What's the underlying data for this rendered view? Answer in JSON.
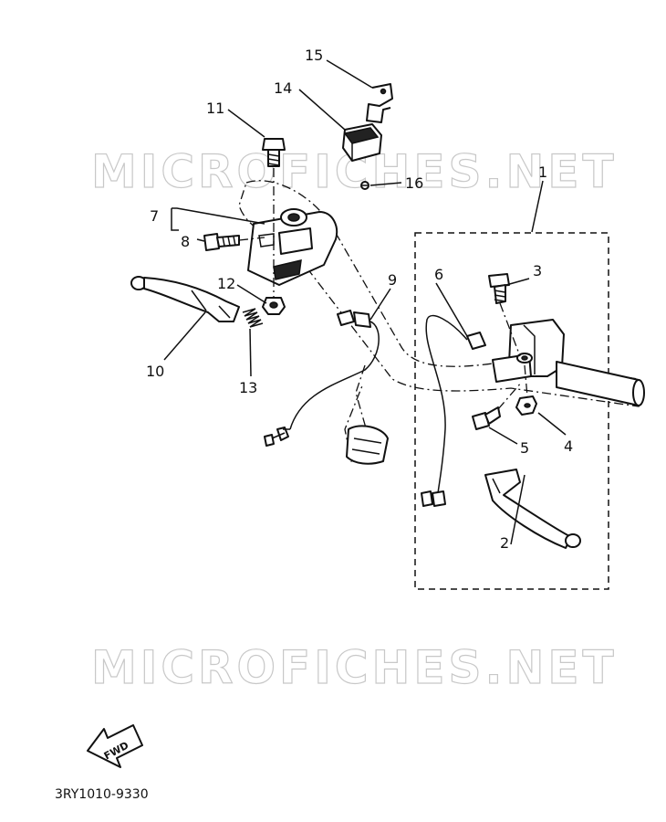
{
  "watermarks": [
    "MICROFICHES.NET",
    "MICROFICHES.NET"
  ],
  "callouts": {
    "c1": "1",
    "c2": "2",
    "c3": "3",
    "c4": "4",
    "c5": "5",
    "c6": "6",
    "c7": "7",
    "c8": "8",
    "c9": "9",
    "c10": "10",
    "c11": "11",
    "c12": "12",
    "c13": "13",
    "c14": "14",
    "c15": "15",
    "c16": "16"
  },
  "fwd_label": "FWD",
  "diagram_code": "3RY1010-9330"
}
